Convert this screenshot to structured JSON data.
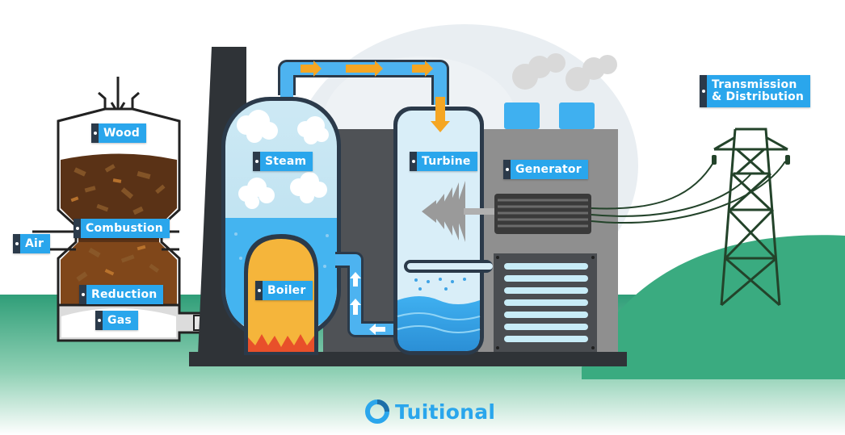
{
  "labels": {
    "wood": "Wood",
    "combustion": "Combustion",
    "air": "Air",
    "reduction": "Reduction",
    "gas": "Gas",
    "steam": "Steam",
    "boiler": "Boiler",
    "turbine": "Turbine",
    "generator": "Generator",
    "transmission_line1": "Transmission",
    "transmission_line2": "& Distribution"
  },
  "brand": {
    "name": "Tuitional",
    "logo_icon": "tuitional-ring-logo"
  },
  "colors": {
    "label_bg": "#2aa6ec",
    "label_tab": "#2b3a4a",
    "ground_green": "#2f9e78",
    "hill_green": "#3fae84",
    "pipe_blue": "#4db3f0",
    "flow_arrow": "#f5a623",
    "boiler_yellow": "#f5b53b",
    "flame_red": "#e8502a",
    "tower_green": "#23432a",
    "machine_gray": "#8f8f8f",
    "chimney_dark": "#2f3337"
  }
}
